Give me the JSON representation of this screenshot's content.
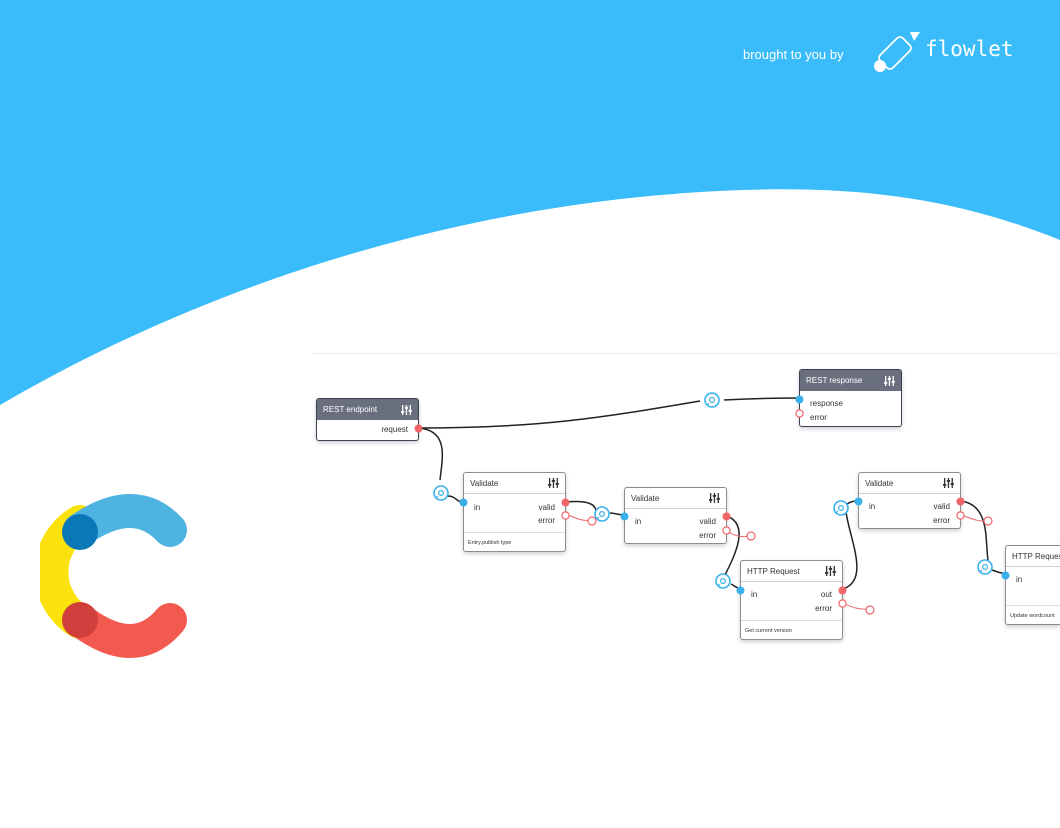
{
  "brand": {
    "tagline": "brought to you by",
    "name": "flowlet",
    "background_color": "#39bcf9",
    "logo_colors": {
      "blue": "#4fb3e2",
      "yellow": "#fbe20c",
      "red": "#f25a50"
    }
  },
  "nodes": {
    "rest_endpoint": {
      "title": "REST endpoint",
      "outputs": [
        "request"
      ]
    },
    "rest_response": {
      "title": "REST response",
      "inputs": [
        "response",
        "error"
      ]
    },
    "validate_1": {
      "title": "Validate",
      "inputs": [
        "in"
      ],
      "outputs": [
        "valid",
        "error"
      ],
      "footer": "Entry.publish type"
    },
    "validate_2": {
      "title": "Validate",
      "inputs": [
        "in"
      ],
      "outputs": [
        "valid",
        "error"
      ]
    },
    "http_request_1": {
      "title": "HTTP Request",
      "inputs": [
        "in"
      ],
      "outputs": [
        "out",
        "error"
      ],
      "footer": "Get current version"
    },
    "validate_3": {
      "title": "Validate",
      "inputs": [
        "in"
      ],
      "outputs": [
        "valid",
        "error"
      ]
    },
    "http_request_2": {
      "title": "HTTP Request",
      "inputs": [
        "in"
      ],
      "footer": "Update wordcount"
    }
  },
  "port_colors": {
    "input": "#39b0ea",
    "output": "#f0656a",
    "inspect": "#39b0ea"
  }
}
